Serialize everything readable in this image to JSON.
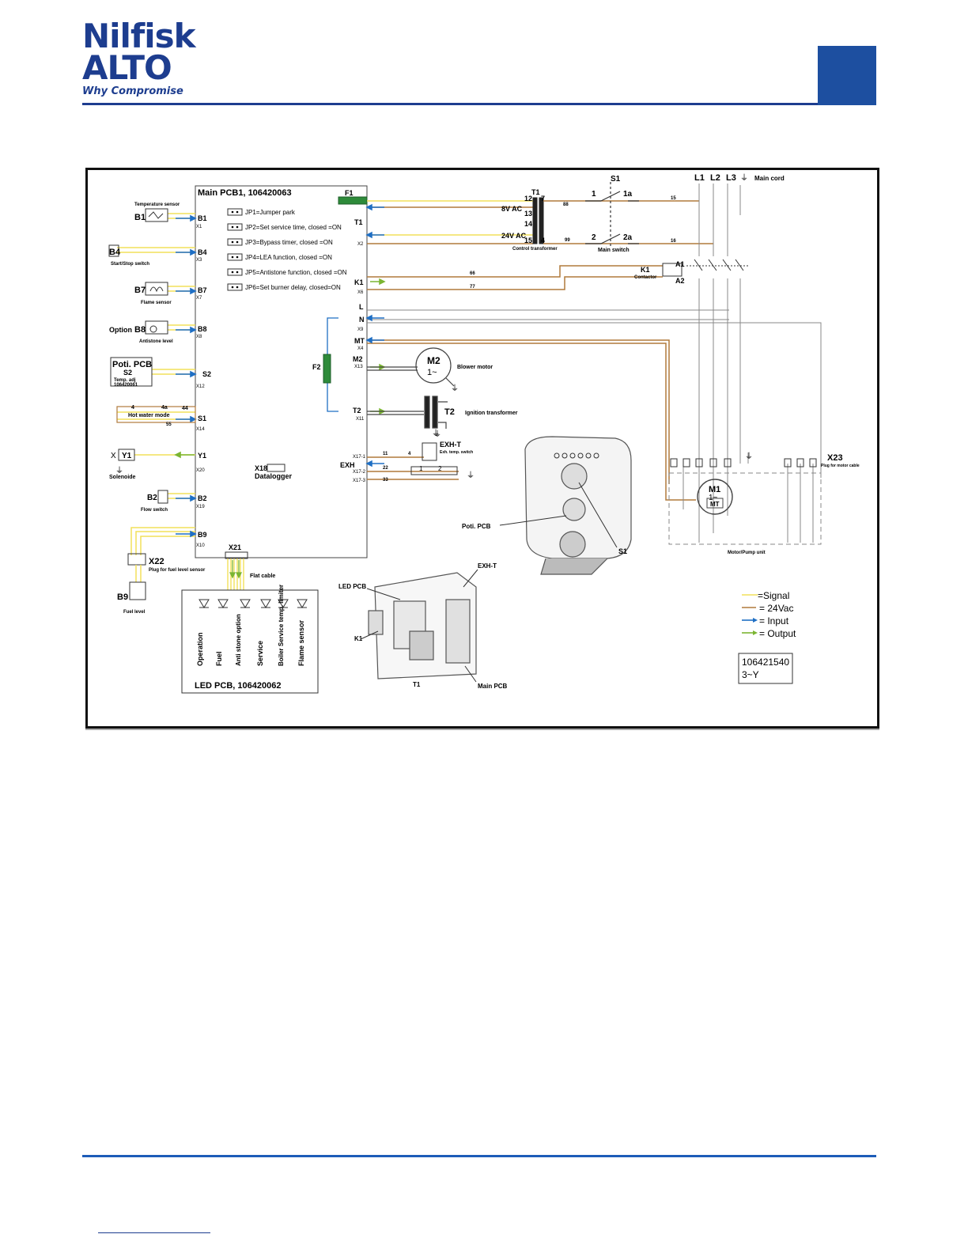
{
  "header": {
    "logo_line1": "Nilfisk",
    "logo_line2": "ALTO",
    "tagline": "Why Compromise",
    "brand_color": "#1d3d8f",
    "box_color": "#1d4fa0"
  },
  "diagram": {
    "main_pcb_title": "Main PCB1, 106420063",
    "jumpers": [
      "JP1=Jumper park",
      "JP2=Set service time, closed =ON",
      "JP3=Bypass timer, closed =ON",
      "JP4=LEA function, closed =ON",
      "JP5=Antistone function, closed =ON",
      "JP6=Set burner delay, closed=ON"
    ],
    "left_components": {
      "b1": "B1",
      "b1_desc": "Temperature sensor",
      "b4": "B4",
      "b4_desc": "Start/Stop switch",
      "b7": "B7",
      "b7_desc": "Flame sensor",
      "b8": "B8",
      "b8_prefix": "Option",
      "b8_desc": "Antistone level",
      "poti_title": "Poti. PCB",
      "poti_s2": "S2",
      "poti_desc": "Temp. adj",
      "poti_num": "106420061",
      "hotwater_label": "Hot water mode",
      "hw_4": "4",
      "hw_4a": "4a",
      "hw_44": "44",
      "hw_55": "55",
      "y1": "Y1",
      "y1_desc": "Solenoide",
      "b2": "B2",
      "b2_desc": "Flow switch",
      "x22": "X22",
      "x22_desc": "Plug for fuel level sensor",
      "b9": "B9",
      "b9_desc": "Fuel level"
    },
    "pcb_left_pins": [
      {
        "name": "B1",
        "x": "X1"
      },
      {
        "name": "B4",
        "x": "X3"
      },
      {
        "name": "B7",
        "x": "X7"
      },
      {
        "name": "B8",
        "x": "X8"
      },
      {
        "name": "S2",
        "x": "X12"
      },
      {
        "name": "S1",
        "x": "X14"
      },
      {
        "name": "Y1",
        "x": "X20"
      },
      {
        "name": "B2",
        "x": "X19"
      },
      {
        "name": "B9",
        "x": "X10"
      }
    ],
    "pcb_right_pins": {
      "f1": "F1",
      "t1": "T1",
      "x2": "X2",
      "k1": "K1",
      "x6": "X6",
      "l": "L",
      "n": "N",
      "x9": "X9",
      "mt": "MT",
      "x4": "X4",
      "m2": "M2",
      "x13": "X13",
      "t2": "T2",
      "x11": "X11",
      "exh": "EXH",
      "x17_1": "X17-1",
      "x17_2": "X17-2",
      "x17_3": "X17-3",
      "x18": "X18",
      "datalogger": "Datalogger",
      "x21": "X21"
    },
    "f2": "F2",
    "transformer": {
      "t1": "T1",
      "p12": "12",
      "p7": "7",
      "p13": "13",
      "p14": "14",
      "p15": "15",
      "p4": "4",
      "v8": "8V AC",
      "v24": "24V AC",
      "desc": "Control transformer"
    },
    "wires": {
      "w66": "66",
      "w77": "77",
      "w88": "88",
      "w99": "99",
      "w15": "15",
      "w16": "16",
      "w11": "11",
      "w22": "22",
      "w33": "33",
      "w4": "4"
    },
    "main_switch": {
      "s1": "S1",
      "p1": "1",
      "p1a": "1a",
      "p2": "2",
      "p2a": "2a",
      "desc": "Main switch"
    },
    "mains": {
      "l1": "L1",
      "l2": "L2",
      "l3": "L3",
      "desc": "Main cord"
    },
    "contactor": {
      "k1": "K1",
      "desc": "Contactor",
      "a1": "A1",
      "a2": "A2"
    },
    "blower": {
      "m2": "M2",
      "sym": "1~",
      "desc": "Blower motor"
    },
    "ignition": {
      "t2": "T2",
      "desc": "Ignition transformer"
    },
    "exh_t": {
      "name": "EXH-T",
      "desc": "Exh. temp. switch",
      "p1": "1",
      "p2": "2"
    },
    "motor_unit": {
      "m1": "M1",
      "sym": "1~",
      "mt": "MT",
      "x23": "X23",
      "x23_desc": "Plug for motor cable",
      "desc": "Motor/Pump unit"
    },
    "led_pcb": {
      "title": "LED PCB, 106420062",
      "flat_cable": "Flat cable",
      "leds": [
        "Operation",
        "Fuel",
        "Anti stone option",
        "Service",
        "Boiler Service temp. limiter",
        "Flame sensor"
      ]
    },
    "photo_labels": {
      "poti_pcb": "Poti. PCB",
      "s1": "S1",
      "led_pcb": "LED PCB",
      "exh_t": "EXH-T",
      "k1": "K1",
      "t1": "T1",
      "main_pcb": "Main PCB"
    },
    "legend": [
      {
        "label": "=Signal",
        "color": "#f2e05a"
      },
      {
        "label": "= 24Vac",
        "color": "#b07a3c"
      },
      {
        "label": "= Input",
        "color": "#1f6fc4"
      },
      {
        "label": "= Output",
        "color": "#7bb532"
      }
    ],
    "ref_code": "106421540",
    "ref_variant": "3~Y"
  }
}
